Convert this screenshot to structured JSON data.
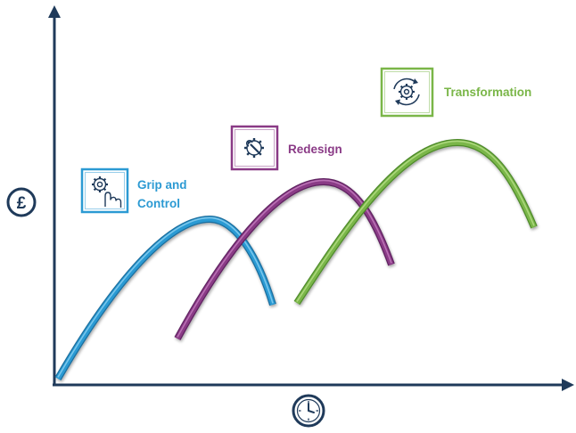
{
  "diagram": {
    "axes": {
      "y_icon": "pound-sign-icon",
      "y_symbol": "£",
      "x_icon": "clock-icon",
      "color": "#1f3a5a"
    },
    "stages": [
      {
        "id": "grip-and-control",
        "label_lines": [
          "Grip and",
          "Control"
        ],
        "icon": "hand-gear-icon",
        "color": "#2c9ad3",
        "color_dark": "#1a6e9e",
        "color_light": "#7fcaf0"
      },
      {
        "id": "redesign",
        "label_lines": [
          "Redesign"
        ],
        "icon": "gear-wrench-icon",
        "color": "#8a3a86",
        "color_dark": "#5e2260",
        "color_light": "#c680c0"
      },
      {
        "id": "transformation",
        "label_lines": [
          "Transformation"
        ],
        "icon": "gear-cycle-icon",
        "color": "#7ab648",
        "color_dark": "#4e8a2a",
        "color_light": "#b8e08a"
      }
    ]
  }
}
